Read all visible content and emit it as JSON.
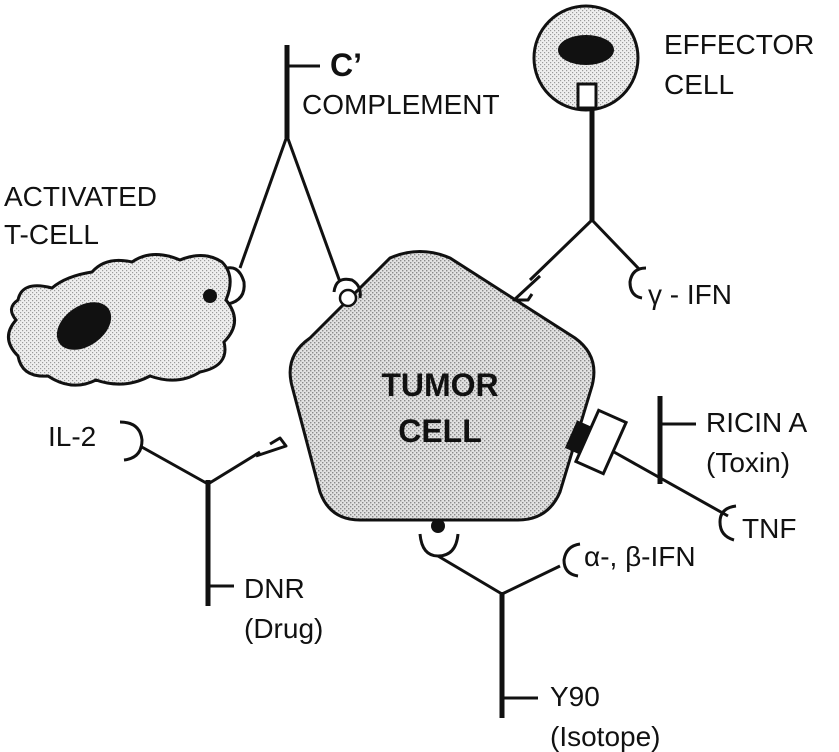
{
  "labels": {
    "tumor_line1": "TUMOR",
    "tumor_line2": "CELL",
    "complement_symbol": "C’",
    "complement": "COMPLEMENT",
    "effector_line1": "EFFECTOR",
    "effector_line2": "CELL",
    "activated_line1": "ACTIVATED",
    "activated_line2": "T-CELL",
    "gamma_ifn": "γ - IFN",
    "il2": "IL-2",
    "ricin_line1": "RICIN A",
    "ricin_line2": "(Toxin)",
    "tnf": "TNF",
    "alpha_beta_ifn": "α-, β-IFN",
    "dnr_line1": "DNR",
    "dnr_line2": "(Drug)",
    "y90_line1": "Y90",
    "y90_line2": "(Isotope)"
  },
  "colors": {
    "ink": "#111111",
    "cell_fill": "#d9d9d9",
    "tcell_fill": "#e6e6e6",
    "nucleus": "#111111"
  }
}
